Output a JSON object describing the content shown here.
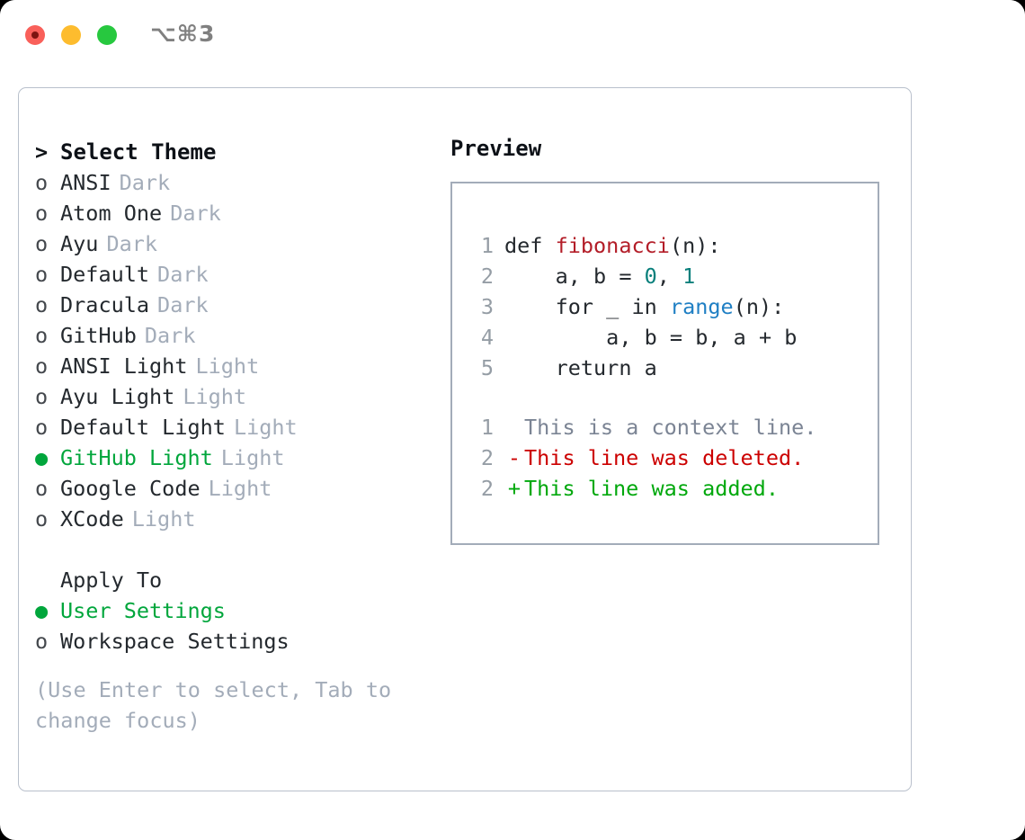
{
  "window": {
    "shortcut": "⌥⌘3",
    "traffic_lights": [
      {
        "name": "close",
        "color": "#f9605a"
      },
      {
        "name": "minimize",
        "color": "#fdbc2e"
      },
      {
        "name": "zoom",
        "color": "#27c83f"
      }
    ]
  },
  "colors": {
    "accent_green": "#01a63c",
    "muted": "#a3acb9",
    "text": "#24292e",
    "border": "#b9c0cc",
    "diff_add": "#00a80c",
    "diff_del": "#cc0000",
    "syntax_function": "#b31d28",
    "syntax_number": "#087f7b",
    "syntax_builtin": "#1f7fc4"
  },
  "theme_list": {
    "heading": "Select Theme",
    "heading_marker": ">",
    "items": [
      {
        "marker": "o",
        "name": "ANSI",
        "tag": "Dark",
        "selected": false
      },
      {
        "marker": "o",
        "name": "Atom One",
        "tag": "Dark",
        "selected": false
      },
      {
        "marker": "o",
        "name": "Ayu",
        "tag": "Dark",
        "selected": false
      },
      {
        "marker": "o",
        "name": "Default",
        "tag": "Dark",
        "selected": false
      },
      {
        "marker": "o",
        "name": "Dracula",
        "tag": "Dark",
        "selected": false
      },
      {
        "marker": "o",
        "name": "GitHub",
        "tag": "Dark",
        "selected": false
      },
      {
        "marker": "o",
        "name": "ANSI Light",
        "tag": "Light",
        "selected": false
      },
      {
        "marker": "o",
        "name": "Ayu Light",
        "tag": "Light",
        "selected": false
      },
      {
        "marker": "o",
        "name": "Default Light",
        "tag": "Light",
        "selected": false
      },
      {
        "marker": "●",
        "name": "GitHub Light",
        "tag": "Light",
        "selected": true
      },
      {
        "marker": "o",
        "name": "Google Code",
        "tag": "Light",
        "selected": false
      },
      {
        "marker": "o",
        "name": "XCode",
        "tag": "Light",
        "selected": false
      }
    ]
  },
  "apply_to": {
    "heading": "Apply To",
    "options": [
      {
        "marker": "●",
        "label": "User Settings",
        "selected": true
      },
      {
        "marker": "o",
        "label": "Workspace Settings",
        "selected": false
      }
    ]
  },
  "hint": "(Use Enter to select, Tab to change focus)",
  "preview": {
    "title": "Preview",
    "code_lines": [
      {
        "ln": "1",
        "parts": [
          {
            "t": "def ",
            "c": "plain"
          },
          {
            "t": "fibonacci",
            "c": "fn"
          },
          {
            "t": "(n):",
            "c": "plain"
          }
        ]
      },
      {
        "ln": "2",
        "parts": [
          {
            "t": "    a, b = ",
            "c": "plain"
          },
          {
            "t": "0",
            "c": "num"
          },
          {
            "t": ", ",
            "c": "plain"
          },
          {
            "t": "1",
            "c": "num"
          }
        ]
      },
      {
        "ln": "3",
        "parts": [
          {
            "t": "    for _ in ",
            "c": "plain"
          },
          {
            "t": "range",
            "c": "builtin"
          },
          {
            "t": "(n):",
            "c": "plain"
          }
        ]
      },
      {
        "ln": "4",
        "parts": [
          {
            "t": "        a, b = b, a + b",
            "c": "plain"
          }
        ]
      },
      {
        "ln": "5",
        "parts": [
          {
            "t": "    return a",
            "c": "plain"
          }
        ]
      }
    ],
    "diff_lines": [
      {
        "ln": "1",
        "mark": " ",
        "text": "This is a context line.",
        "kind": "ctx"
      },
      {
        "ln": "2",
        "mark": "-",
        "text": "This line was deleted.",
        "kind": "del"
      },
      {
        "ln": "2",
        "mark": "+",
        "text": "This line was added.",
        "kind": "add"
      }
    ]
  }
}
